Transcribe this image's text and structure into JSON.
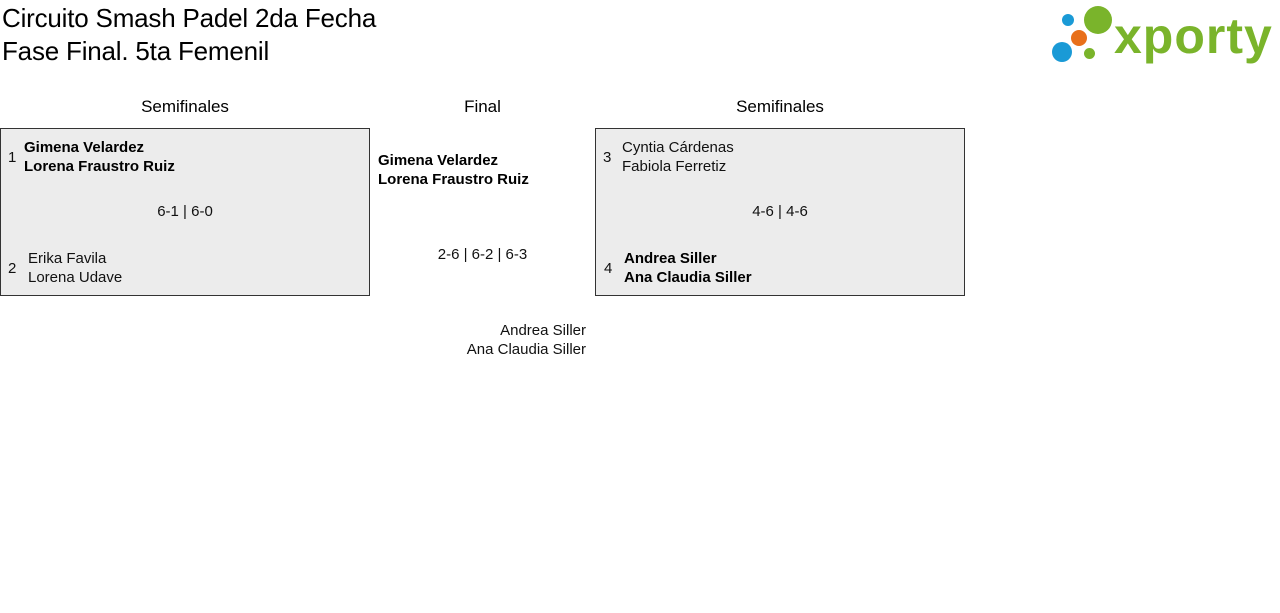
{
  "header": {
    "title_line1": "Circuito Smash Padel 2da Fecha",
    "title_line2": "Fase Final. 5ta Femenil"
  },
  "logo": {
    "text": "xporty",
    "colors": {
      "green": "#7ab42b",
      "blue": "#1a9ad6",
      "orange": "#e8701a"
    }
  },
  "headings": {
    "left": "Semifinales",
    "center": "Final",
    "right": "Semifinales"
  },
  "semifinal_left": {
    "team_top": {
      "seed": "1",
      "player1": "Gimena Velardez",
      "player2": "Lorena Fraustro Ruiz",
      "winner": true
    },
    "team_bottom": {
      "seed": "2",
      "player1": "Erika Favila",
      "player2": "Lorena Udave",
      "winner": false
    },
    "score": "6-1 | 6-0"
  },
  "final": {
    "team_top": {
      "player1": "Gimena Velardez",
      "player2": "Lorena Fraustro Ruiz",
      "winner": true
    },
    "score": "2-6 | 6-2 | 6-3",
    "team_bottom": {
      "player1": "Andrea Siller",
      "player2": "Ana Claudia Siller",
      "winner": false
    }
  },
  "semifinal_right": {
    "team_top": {
      "seed": "3",
      "player1": "Cyntia Cárdenas",
      "player2": "Fabiola Ferretiz",
      "winner": false
    },
    "team_bottom": {
      "seed": "4",
      "player1": "Andrea Siller",
      "player2": "Ana Claudia Siller",
      "winner": true
    },
    "score": "4-6 | 4-6"
  }
}
